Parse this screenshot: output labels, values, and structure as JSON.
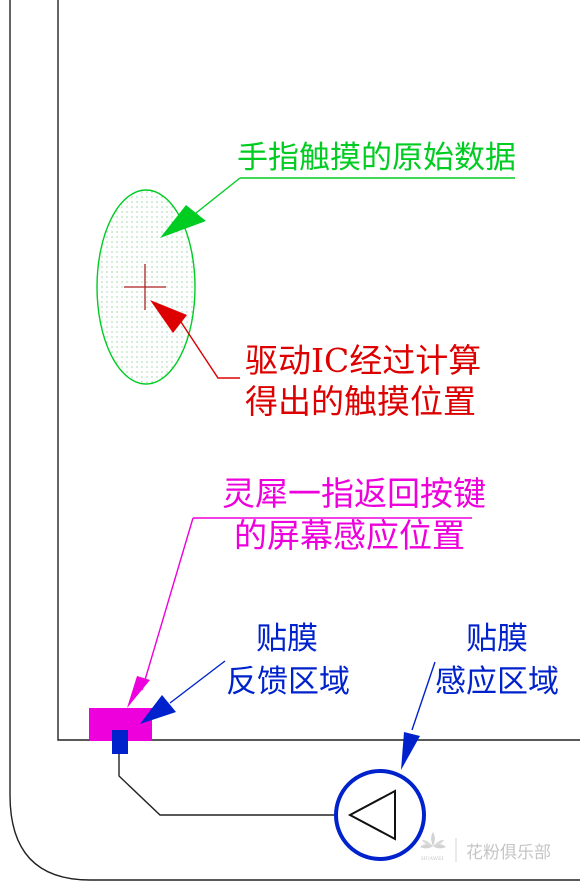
{
  "labels": {
    "raw_data": "手指触摸的原始数据",
    "ic_line1": "驱动IC经过计算",
    "ic_line2": "得出的触摸位置",
    "key_line1": "灵犀一指返回按键",
    "key_line2": "的屏幕感应位置",
    "film_feedback_line1": "贴膜",
    "film_feedback_line2": "反馈区域",
    "film_sense_line1": "贴膜",
    "film_sense_line2": "感应区域"
  },
  "watermark": {
    "brand_small": "HUAWEI",
    "text": "花粉俱乐部"
  },
  "colors": {
    "green": "#00cc22",
    "red": "#dd0000",
    "magenta": "#ee00dd",
    "blue": "#0022cc",
    "frame": "#222222"
  }
}
